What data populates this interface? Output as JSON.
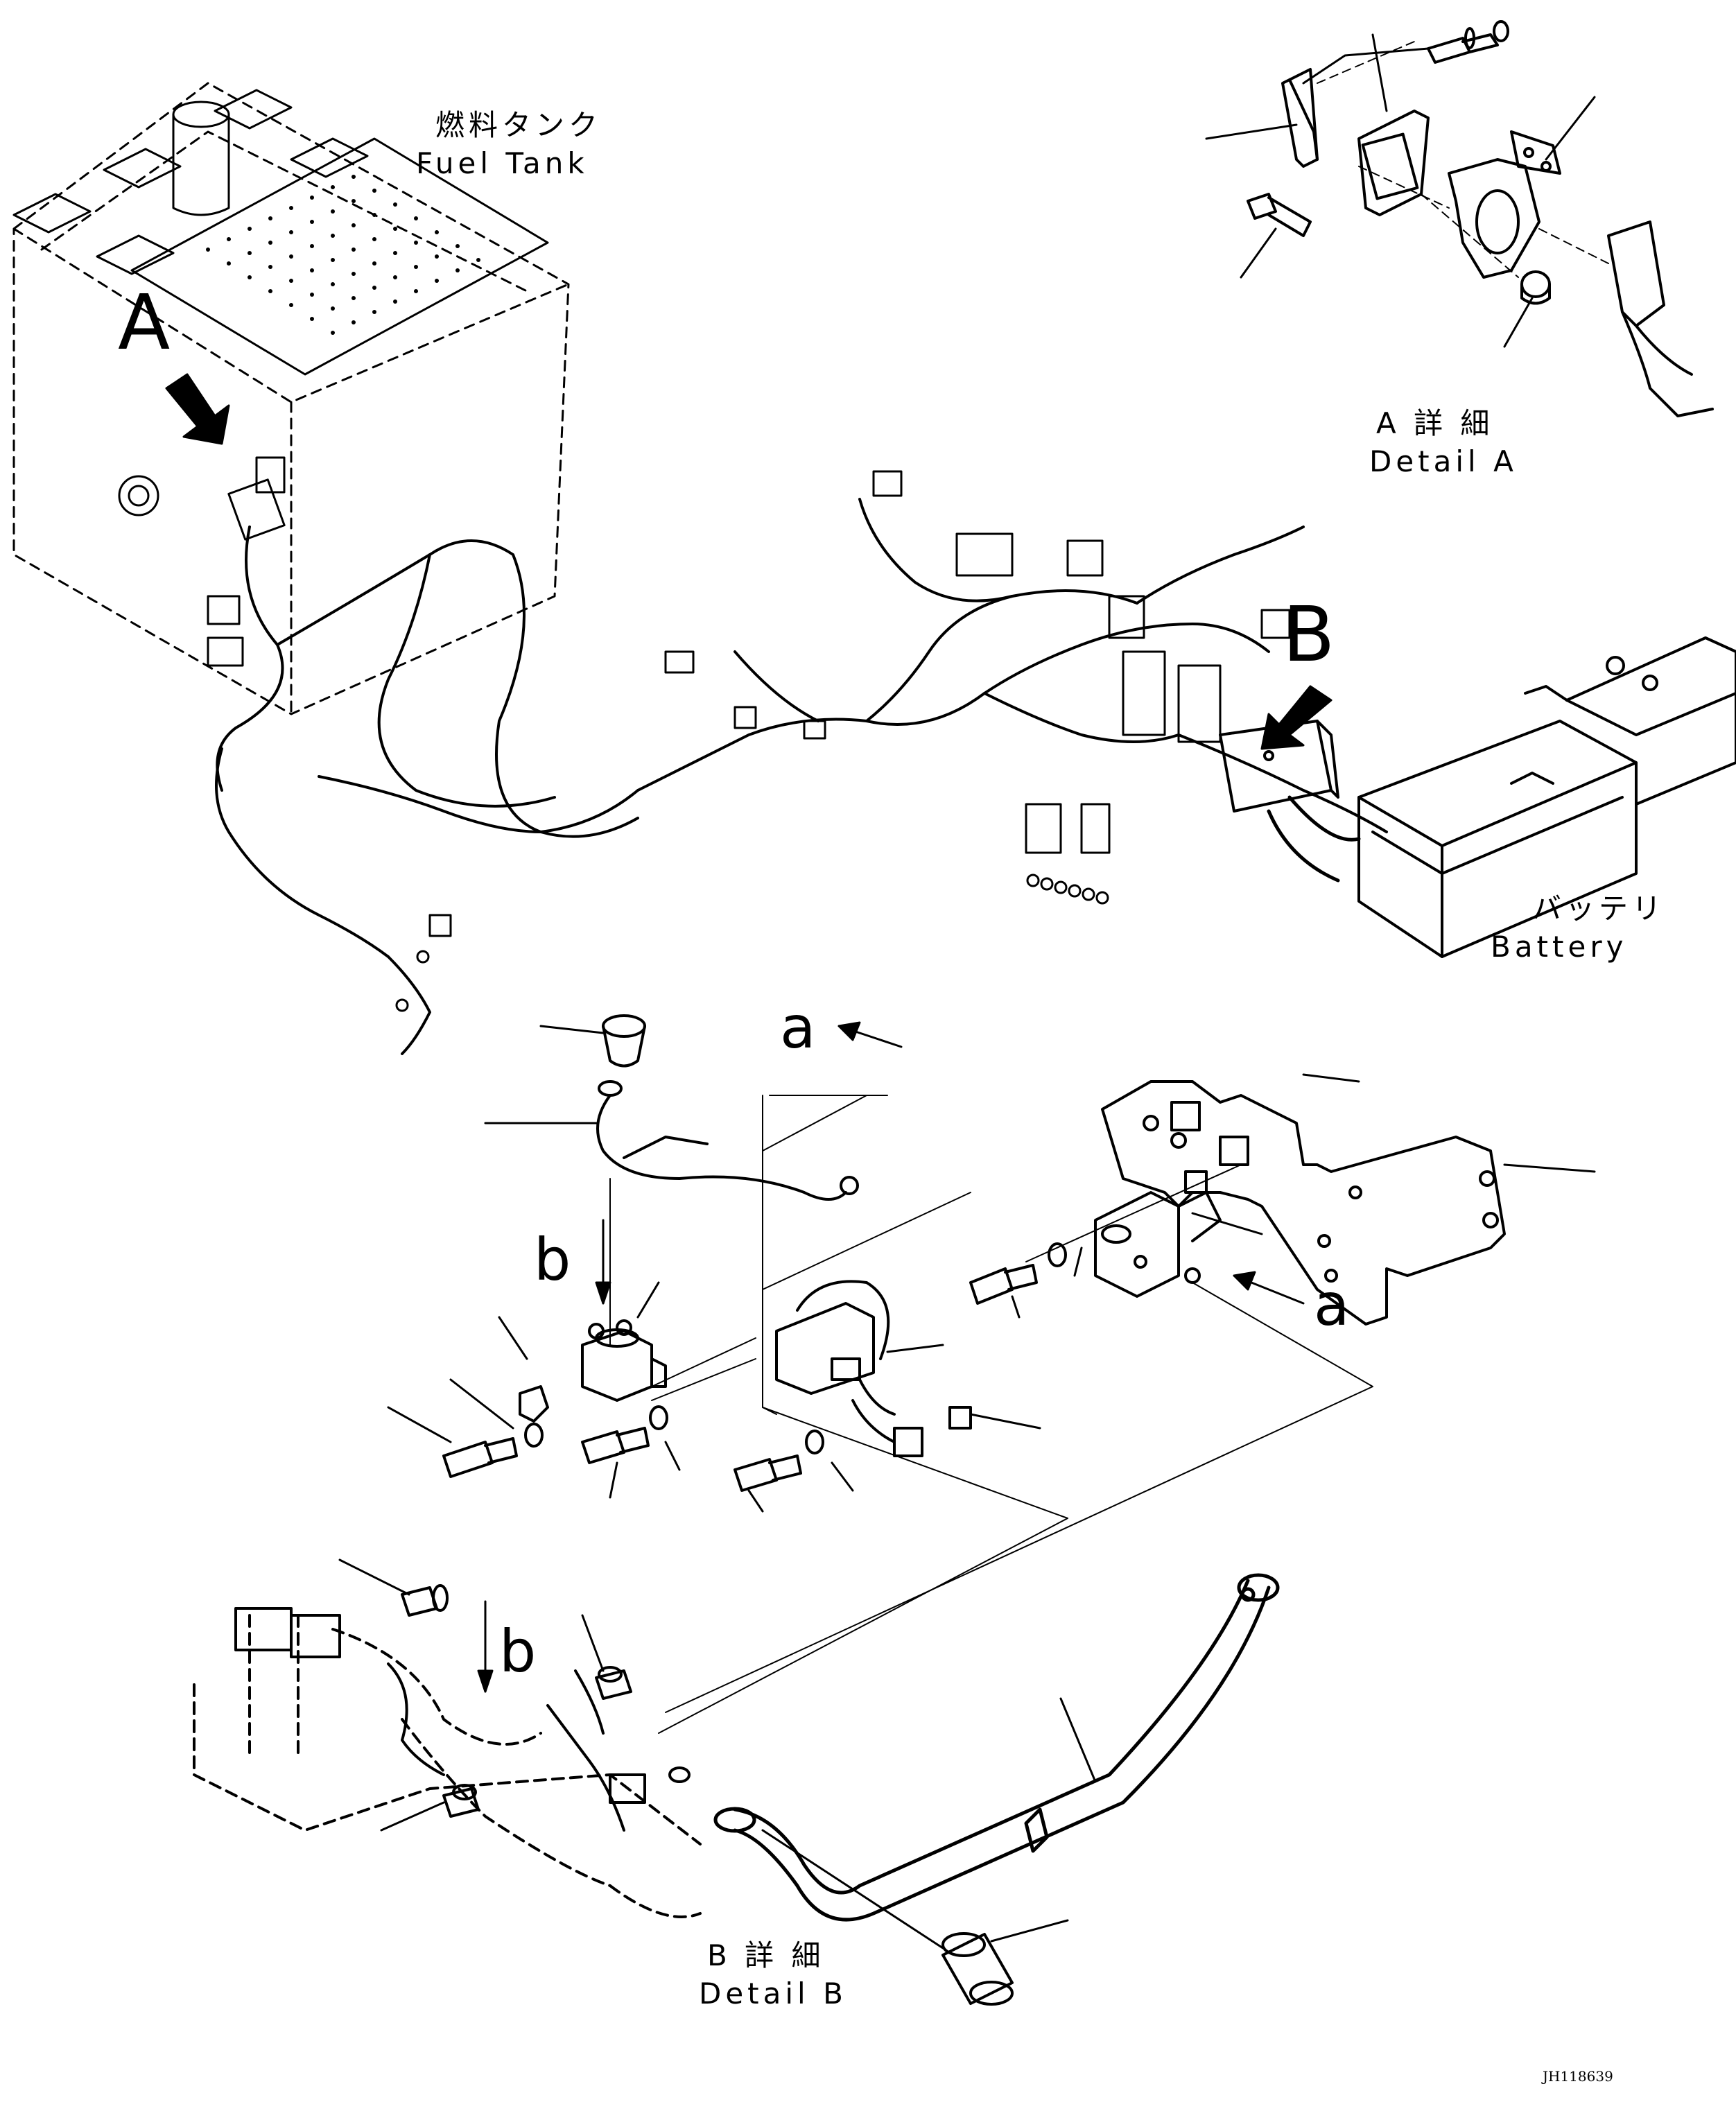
{
  "labels": {
    "fuel_tank_jp": "燃料タンク",
    "fuel_tank_en": "Fuel Tank",
    "detail_a_jp": "A 詳 細",
    "detail_a_en": "Detail A",
    "battery_jp": "バッテリ",
    "battery_en": "Battery",
    "detail_b_jp": "B 詳 細",
    "detail_b_en": "Detail B",
    "view_a": "A",
    "view_b": "B",
    "arrow_a_top": "a",
    "arrow_a_right": "a",
    "arrow_b_mid": "b",
    "arrow_b_bottom": "b",
    "drawing_no": "JH118639"
  },
  "colors": {
    "line": "#000000",
    "background": "#ffffff"
  }
}
